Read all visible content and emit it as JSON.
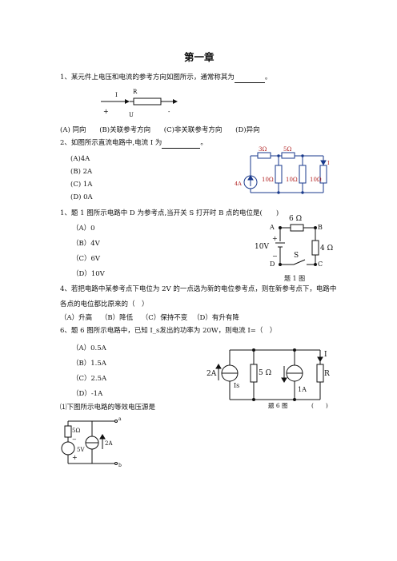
{
  "title": "第一章",
  "q1": {
    "stem_before": "1、某元件上电压和电流的参考方向如图所示，通常称其为",
    "stem_after": "。",
    "fig": {
      "I": "I",
      "R": "R",
      "U": "U",
      "plus": "+",
      "minus": "-"
    },
    "options": [
      "(A) 同向",
      "(B)关联参考方向",
      "(C)非关联参考方向",
      "(D)异向"
    ]
  },
  "q2": {
    "stem_before": "2、如图所示直流电路中,电流 I 为",
    "stem_after": "。",
    "options": [
      "(A)4A",
      "(B) 2A",
      "(C) 1A",
      "(D) 0A"
    ],
    "fig": {
      "r1": "3Ω",
      "r2": "5Ω",
      "r3": "10Ω",
      "r4": "10Ω",
      "r5": "10Ω",
      "src": "4A",
      "I": "I"
    }
  },
  "q3": {
    "stem": "1、题 1 图所示电路中 D 为参考点,当开关 S 打开时 B 点的电位是(　　)",
    "options": [
      "（A）0",
      "（B）4V",
      "（C）6V",
      "（D）10V"
    ],
    "fig": {
      "A": "A",
      "B": "B",
      "C": "C",
      "D": "D",
      "S": "S",
      "r6": "6 Ω",
      "r4": "4 Ω",
      "v": "10V",
      "plus": "+",
      "minus": "−",
      "caption": "题 1 图"
    }
  },
  "q4": {
    "stem_line1": "4、若把电路中某参考点下电位为 2V 的一点选为新的电位参考点，则在新参考点下，电路中",
    "stem_line2": "各点的电位都比原来的（　）",
    "options": [
      "（A）升高",
      "（B）降低",
      "（C）保持不变",
      "（D）有升有降"
    ]
  },
  "q5": {
    "stem": "6、题 6 图所示电路中，已知 I_s发出的功率为 20W，则电流 I=（　）",
    "options": [
      "（A）0.5A",
      "（B）1.5A",
      "（C）2.5A",
      "（D）-1A"
    ],
    "fig": {
      "a2": "2A",
      "is": "Is",
      "r5": "5 Ω",
      "a1": "1A",
      "I": "I",
      "R": "R",
      "caption": "题 6 图",
      "paren": "(　　)"
    }
  },
  "q6": {
    "stem": "⑴下图所示电路的等效电压源是",
    "fig": {
      "r": "5Ω",
      "v": "5V",
      "i": "2A",
      "minus": "−",
      "plus": "+",
      "a": "a",
      "b": "b"
    }
  }
}
